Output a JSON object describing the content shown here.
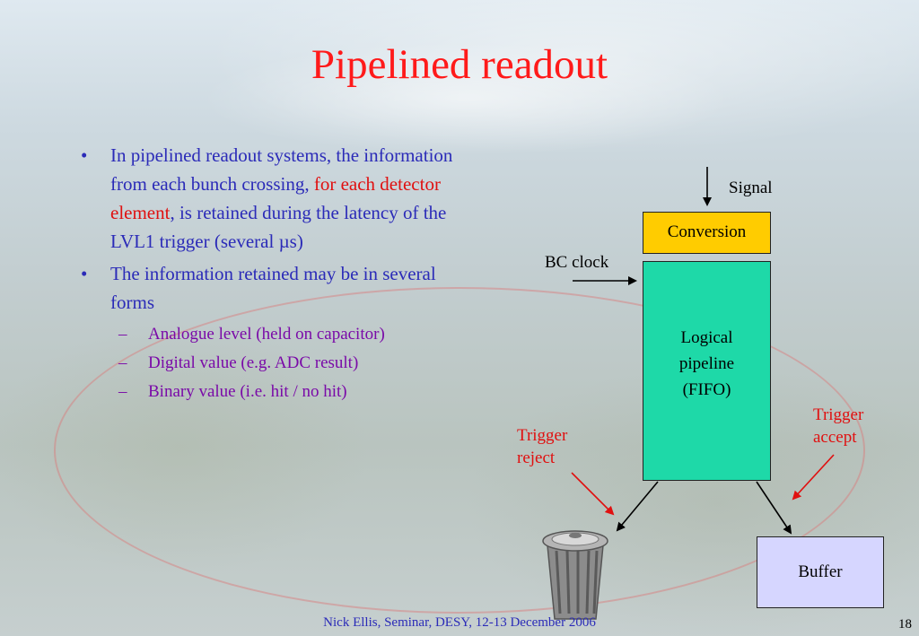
{
  "slide": {
    "title": "Pipelined readout",
    "bullets": [
      {
        "before": "In pipelined readout systems, the information from each bunch crossing, ",
        "highlight": "for each detector element",
        "after": ", is retained during the latency of the LVL1 trigger (several µs)"
      },
      {
        "text": "The information retained may be in several forms"
      }
    ],
    "subbullets": [
      "Analogue level (held on capacitor)",
      "Digital value (e.g. ADC result)",
      "Binary value (i.e. hit / no hit)"
    ],
    "bullet_symbol": "•",
    "dash_symbol": "–"
  },
  "diagram": {
    "signal_label": "Signal",
    "conversion_label": "Conversion",
    "bc_clock_label": "BC clock",
    "pipeline_lines": [
      "Logical",
      "pipeline",
      "(FIFO)"
    ],
    "trigger_accept_lines": [
      "Trigger",
      "accept"
    ],
    "trigger_reject_lines": [
      "Trigger",
      "reject"
    ],
    "buffer_label": "Buffer"
  },
  "footer": {
    "text": "Nick Ellis, Seminar, DESY, 12-13 December 2006",
    "page_number": "18"
  },
  "colors": {
    "title": "#ff1a1a",
    "bullet_text": "#2b2bb8",
    "highlight": "#e01010",
    "subbullet_text": "#7a0aa8",
    "conversion_box": "#ffcc00",
    "pipeline_box": "#1ed9a8",
    "buffer_box": "#d6d6ff",
    "trigger_labels": "#e01010"
  }
}
